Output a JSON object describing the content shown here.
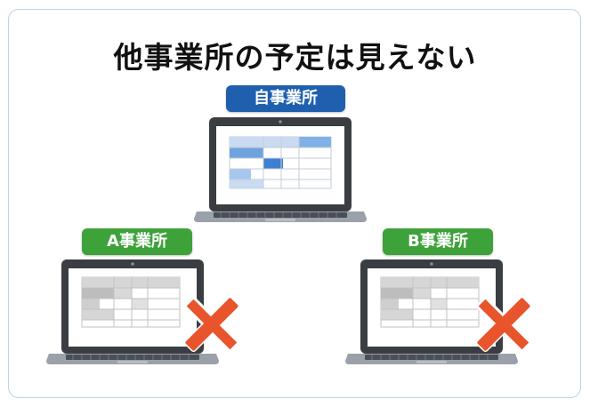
{
  "title": "他事業所の予定は見えない",
  "own_office": {
    "label": "自事業所",
    "color": "#1f5fae"
  },
  "office_a": {
    "label": "A事業所",
    "color": "#3ea23a"
  },
  "office_b": {
    "label": "B事業所",
    "color": "#3ea23a"
  },
  "cross_color": "#e8552d",
  "icons": {
    "own_laptop": "laptop-icon",
    "a_laptop": "laptop-icon",
    "b_laptop": "laptop-icon",
    "cross": "cross-icon"
  }
}
